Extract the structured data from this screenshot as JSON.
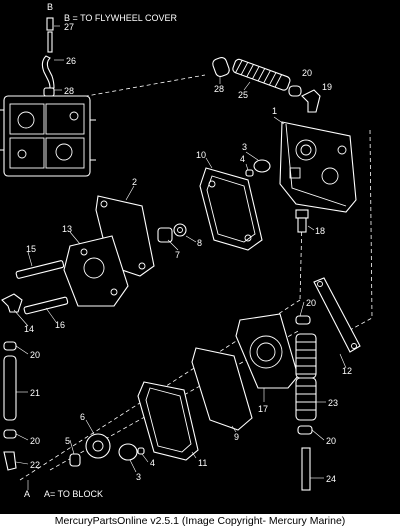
{
  "callouts": {
    "b_note": "B = TO FLYWHEEL COVER",
    "b_letter": "B",
    "a_note": "A= TO BLOCK",
    "a_letter": "A"
  },
  "parts": {
    "p1": "1",
    "p2": "2",
    "p3": "3",
    "p3b": "3",
    "p4": "4",
    "p4b": "4",
    "p5": "5",
    "p6": "6",
    "p7": "7",
    "p8": "8",
    "p9": "9",
    "p10": "10",
    "p11": "11",
    "p12": "12",
    "p13": "13",
    "p14": "14",
    "p15": "15",
    "p16": "16",
    "p17": "17",
    "p18": "18",
    "p19": "19",
    "p20a": "20",
    "p20b": "20",
    "p20c": "20",
    "p20d": "20",
    "p20e": "20",
    "p21": "21",
    "p22": "22",
    "p23": "23",
    "p24": "24",
    "p25": "25",
    "p26": "26",
    "p27": "27",
    "p28a": "28",
    "p28b": "28"
  },
  "footer": "MercuryPartsOnline v2.5.1 (Image Copyright- Mercury Marine)"
}
